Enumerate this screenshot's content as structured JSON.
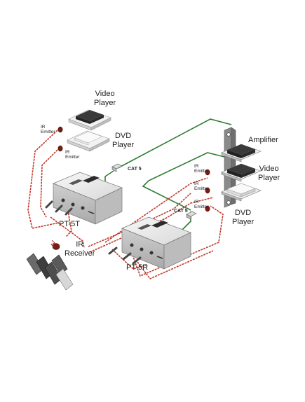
{
  "labels": {
    "video_player_top": [
      "Video",
      "Player"
    ],
    "dvd_player_top": [
      "DVD",
      "Player"
    ],
    "amplifier": "Amplifier",
    "video_player_right": [
      "Video",
      "Player"
    ],
    "dvd_player_right": [
      "DVD",
      "Player"
    ],
    "ir_emitter": [
      "IR",
      "Emitter"
    ],
    "cat5": "CAT 5",
    "pt5t": "PT-5T",
    "pt5r": "PT-5R",
    "ir_receiver": [
      "IR",
      "Receiver"
    ]
  },
  "colors": {
    "ir_cable": "#c0392b",
    "cat5_cable": "#2e7d32",
    "device_body": "#e6e6e6",
    "device_dark": "#3a3a3a"
  }
}
